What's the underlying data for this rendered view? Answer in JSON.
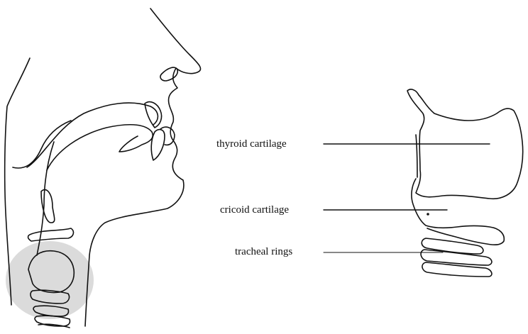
{
  "labels": {
    "thyroid": "thyroid cartilage",
    "cricoid": "cricoid cartilage",
    "tracheal": "tracheal rings"
  },
  "colors": {
    "line": "#111111",
    "shade": "#bdbdbd",
    "background": "#ffffff"
  }
}
